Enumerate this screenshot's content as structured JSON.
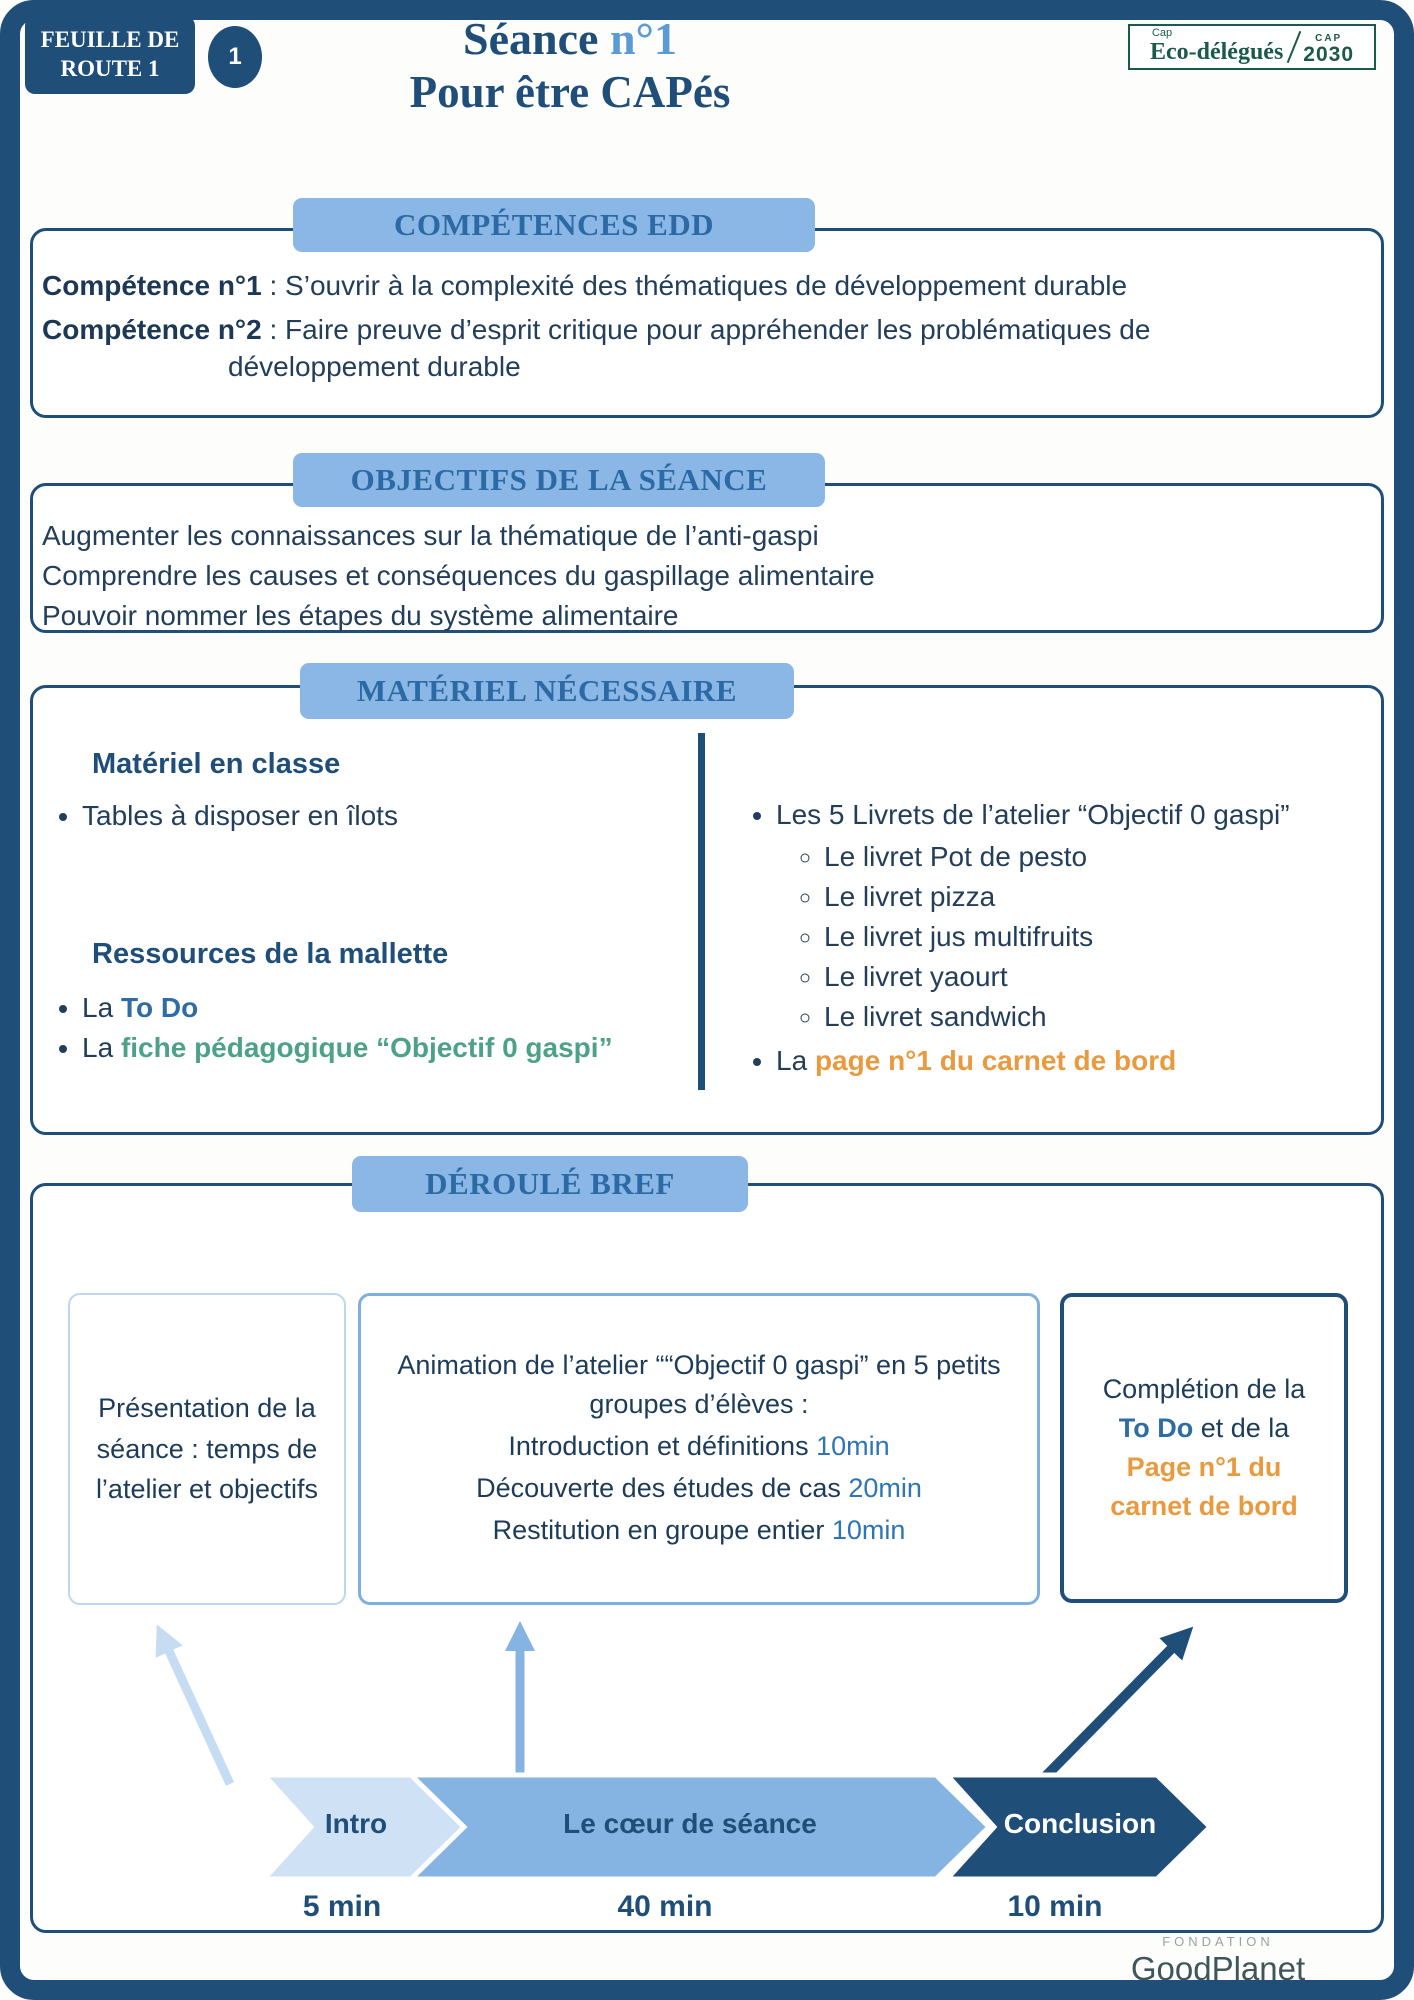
{
  "page": {
    "badge": "FEUILLE DE ROUTE 1",
    "badge_number": "1",
    "title": {
      "main": "Séance ",
      "accent": "n°1",
      "line2": "Pour être CAPés"
    },
    "logo": {
      "cap_small": "Cap",
      "main": "Eco-délégués",
      "cap": "CAP",
      "year": "2030"
    },
    "footer": {
      "fondation": "FONDATION",
      "goodplanet": "GoodPlanet"
    }
  },
  "colors": {
    "navy": "#1f4e79",
    "bar_blue": "#8ab7e5",
    "accent_blue": "#5b9bd5",
    "time_blue": "#2e75b6",
    "orange": "#ea9a3e",
    "green": "#4da186",
    "logo_green": "#1b5a4a"
  },
  "sections": {
    "competences": {
      "title": "COMPÉTENCES EDD",
      "items": [
        {
          "label": "Compétence n°1",
          "sep": " : ",
          "text": "S’ouvrir à la complexité des  thématiques de développement durable"
        },
        {
          "label": "Compétence n°2",
          "sep": " : ",
          "text": "Faire preuve d’esprit critique pour appréhender les problématiques de développement durable"
        }
      ]
    },
    "objectifs": {
      "title": "OBJECTIFS DE LA SÉANCE",
      "items": [
        "Augmenter les connaissances sur la thématique de l’anti-gaspi",
        "Comprendre les causes et conséquences du gaspillage alimentaire",
        "Pouvoir nommer les étapes du système alimentaire"
      ]
    },
    "materiel": {
      "title": "MATÉRIEL NÉCESSAIRE",
      "classe": {
        "heading": "Matériel en classe",
        "items": [
          "Tables à disposer en îlots"
        ]
      },
      "mallette": {
        "heading": "Ressources de la mallette",
        "items": [
          {
            "prefix": "La ",
            "highlight": "To Do"
          },
          {
            "prefix": "La ",
            "highlight": "fiche pédagogique “Objectif 0 gaspi”"
          }
        ]
      },
      "livrets": {
        "lead": "Les 5 Livrets de l’atelier “Objectif 0 gaspi”",
        "items": [
          "Le livret Pot de pesto",
          "Le livret pizza",
          "Le livret jus multifruits",
          "Le livret yaourt",
          "Le livret sandwich"
        ],
        "carnet": {
          "prefix": "La ",
          "highlight": "page n°1 du carnet de bord"
        }
      }
    },
    "deroule": {
      "title": "DÉROULÉ BREF",
      "box1": "Présentation de la séance : temps de l’atelier et objectifs",
      "box2": {
        "intro": "Animation de l’atelier ““Objectif 0 gaspi” en 5 petits groupes d’élèves :",
        "steps": [
          {
            "text": "Introduction et définitions ",
            "time": "10min"
          },
          {
            "text": "Découverte des études de cas ",
            "time": "20min"
          },
          {
            "text": "Restitution en groupe entier ",
            "time": "10min"
          }
        ]
      },
      "box3": {
        "line1": "Complétion de la",
        "todo": "To Do",
        "after_todo": " et de la",
        "orange": "Page n°1 du carnet de bord"
      },
      "timeline": [
        {
          "label": "Intro",
          "duration": "5 min"
        },
        {
          "label": "Le cœur de séance",
          "duration": "40 min"
        },
        {
          "label": "Conclusion",
          "duration": "10 min"
        }
      ]
    }
  }
}
